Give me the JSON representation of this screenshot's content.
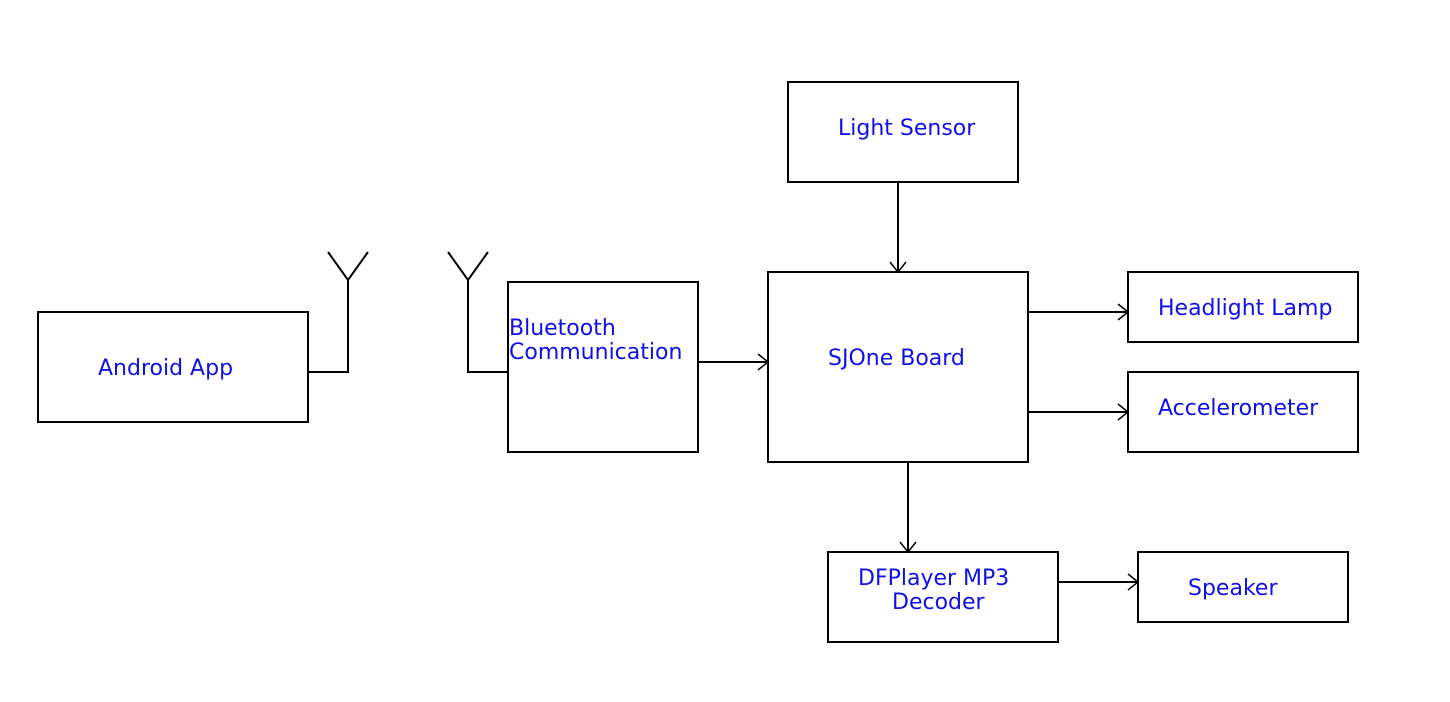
{
  "blocks": {
    "android_app": "Android App",
    "bluetooth": [
      "Bluetooth",
      "Communication"
    ],
    "light_sensor": "Light Sensor",
    "sjone_board": "SJOne Board",
    "headlight_lamp": "Headlight Lamp",
    "accelerometer": "Accelerometer",
    "dfplayer": [
      "DFPlayer MP3",
      "Decoder"
    ],
    "speaker": "Speaker"
  },
  "colors": {
    "label": "#1010e6",
    "stroke": "#000000",
    "background": "#ffffff"
  }
}
